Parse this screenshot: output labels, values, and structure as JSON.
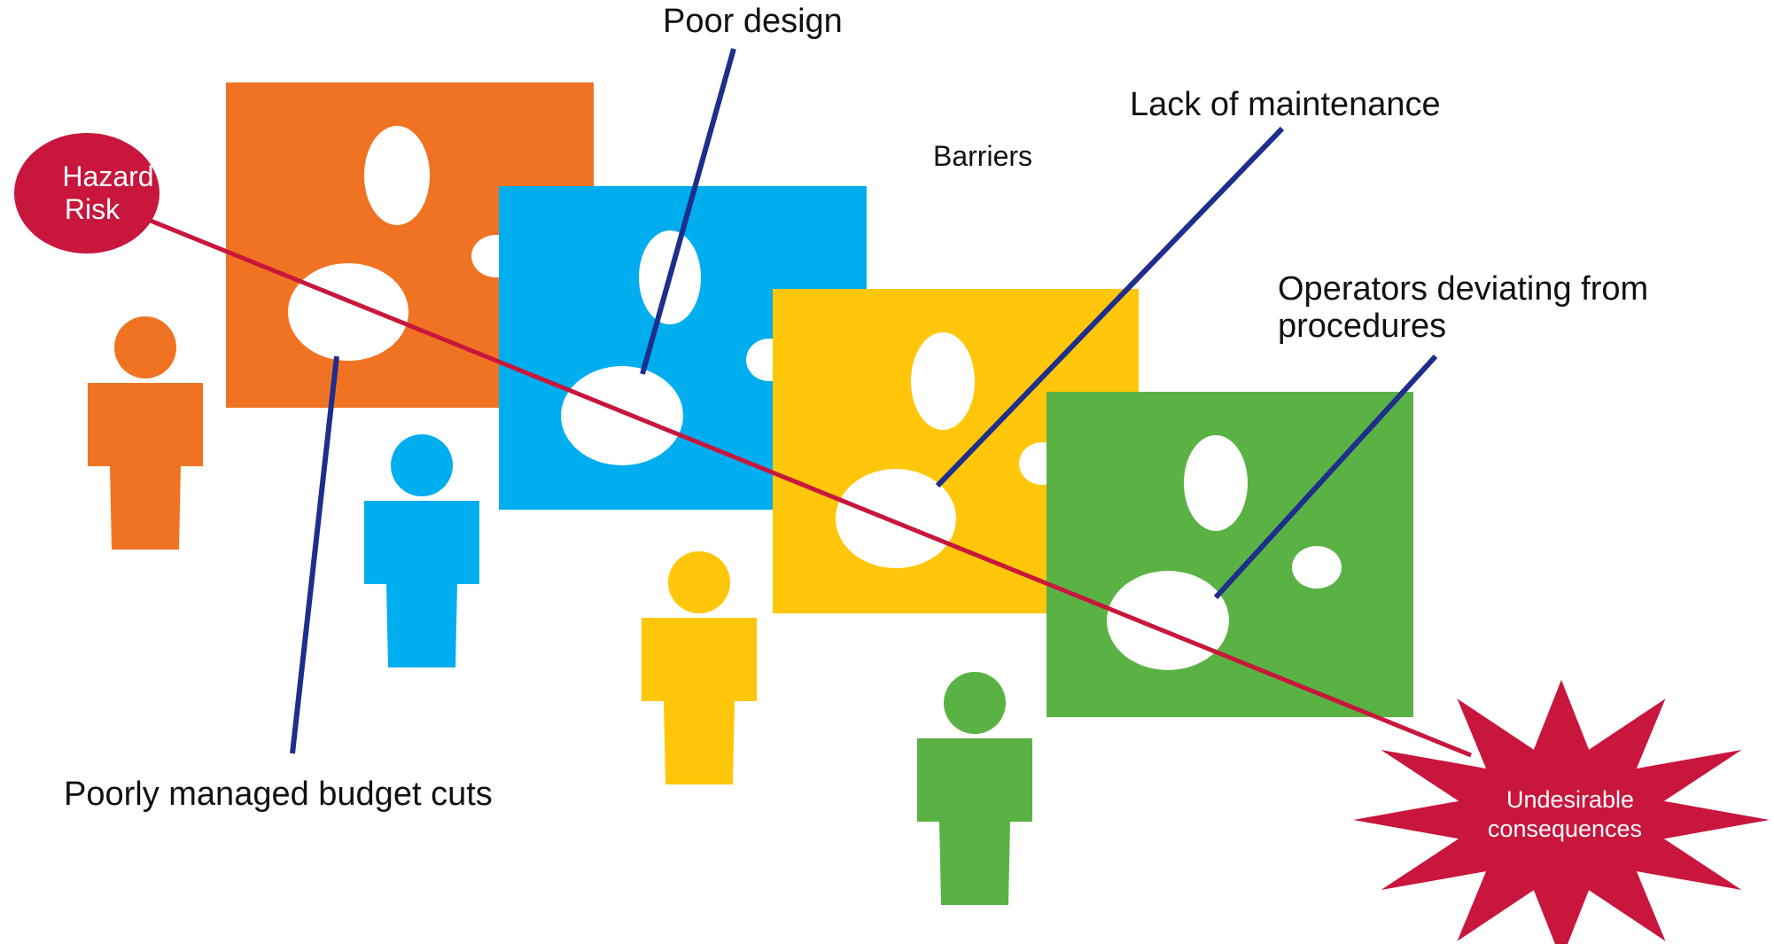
{
  "colors": {
    "orange": "#F07323",
    "blue": "#00ADEF",
    "yellow": "#FFC60A",
    "green": "#5BB244",
    "red": "#C8163C",
    "navy": "#1E2E8C",
    "hole": "#ffffff"
  },
  "labels": {
    "hazard_line1": "Hazard",
    "hazard_line2": "Risk",
    "barriers": "Barriers",
    "poor_design": "Poor design",
    "lack_of_maintenance": "Lack of maintenance",
    "operators_line1": "Operators deviating from",
    "operators_line2": "procedures",
    "budget_cuts": "Poorly managed budget cuts",
    "undesirable_line1": "Undesirable",
    "undesirable_line2": "consequences"
  },
  "icons": {
    "person": "person-icon",
    "starburst": "starburst-icon",
    "hazard": "hazard-circle-icon"
  }
}
